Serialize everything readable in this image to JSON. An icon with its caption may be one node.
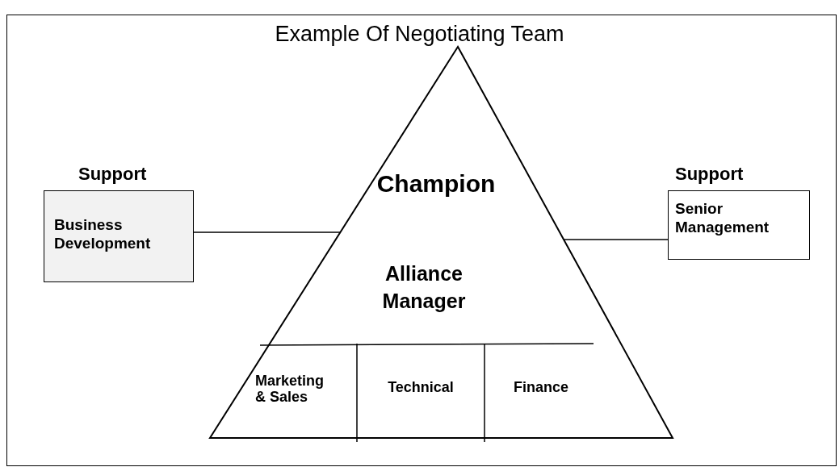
{
  "diagram": {
    "title": "Example Of Negotiating Team",
    "nodes": [
      {
        "text": [
          "Champion",
          "Alliance Manager"
        ]
      },
      {
        "text": [
          "Marketing & Sales"
        ],
        "in": 0
      },
      {
        "text": [
          "Technical"
        ],
        "in": 0
      },
      {
        "text": [
          "Finance"
        ],
        "in": 0
      },
      {
        "text": [
          "Support",
          "Business Development"
        ]
      },
      {
        "text": [
          "Support",
          "Senior Management"
        ]
      }
    ],
    "edges": [
      {
        "from": 4,
        "to": 0,
        "arrow": "none"
      },
      {
        "from": 0,
        "to": 5,
        "arrow": "none"
      }
    ]
  }
}
